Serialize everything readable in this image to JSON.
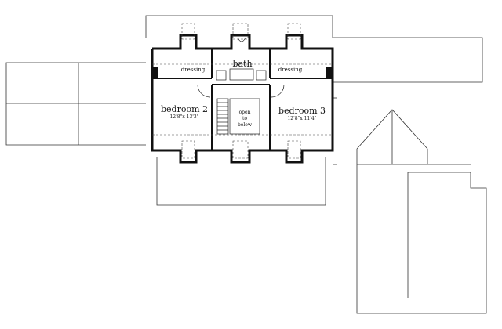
{
  "rooms": {
    "bath": "bath",
    "dressing_left": "dressing",
    "dressing_right": "dressing",
    "bedroom2": {
      "name": "bedroom 2",
      "size": "12'8\"x 13'3\""
    },
    "bedroom3": {
      "name": "bedroom 3",
      "size": "12'8\"x 11'4\""
    },
    "open": [
      "open",
      "to",
      "below"
    ]
  }
}
